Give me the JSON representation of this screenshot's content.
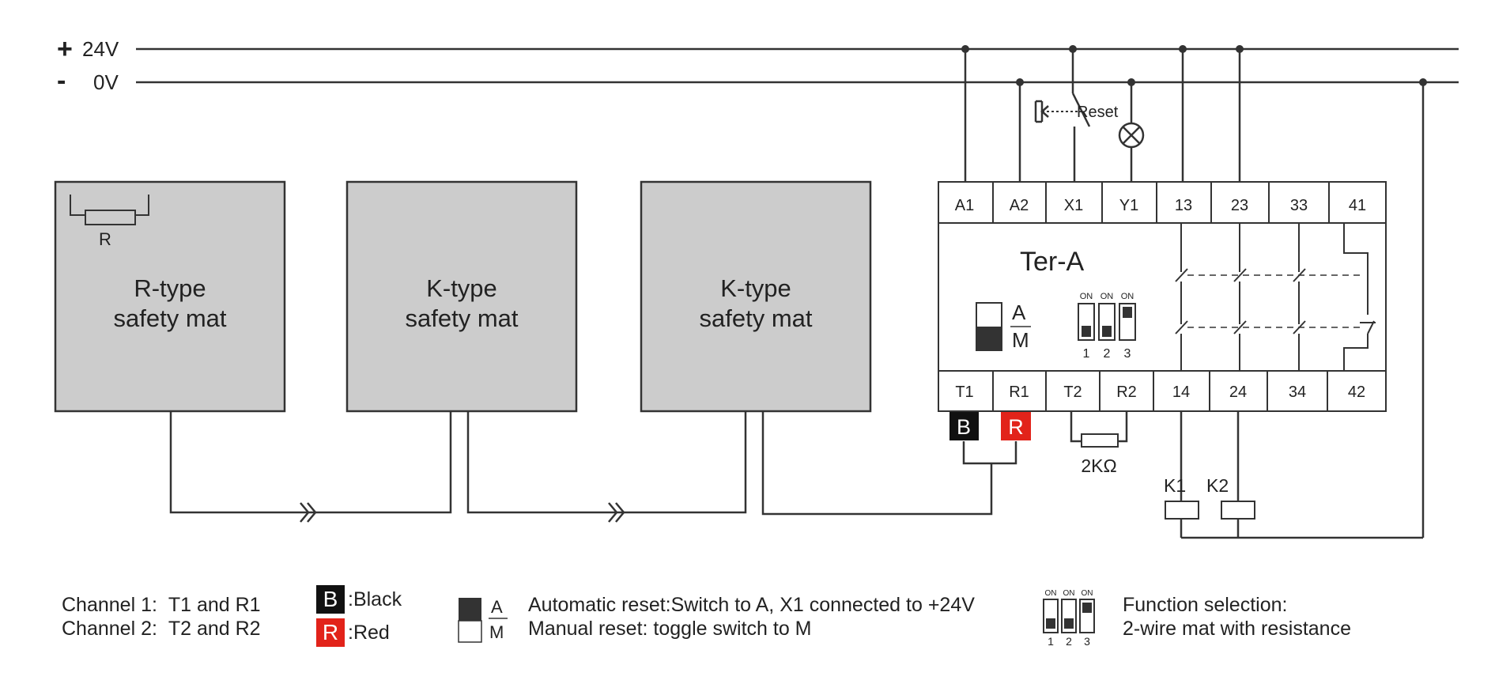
{
  "rails": {
    "positive": {
      "sign": "+",
      "label": "24V"
    },
    "negative": {
      "sign": "-",
      "label": "0V"
    }
  },
  "reset_label": "Reset",
  "mats": [
    {
      "line1": "R-type",
      "line2": "safety mat",
      "resistor_label": "R"
    },
    {
      "line1": "K-type",
      "line2": "safety mat"
    },
    {
      "line1": "K-type",
      "line2": "safety mat"
    }
  ],
  "relay": {
    "model": "Ter-A",
    "top_terminals": [
      "A1",
      "A2",
      "X1",
      "Y1",
      "13",
      "23",
      "33",
      "41"
    ],
    "bottom_terminals": [
      "T1",
      "R1",
      "T2",
      "R2",
      "14",
      "24",
      "34",
      "42"
    ],
    "mode_switch": {
      "top": "A",
      "bottom": "M"
    },
    "dip": {
      "on_labels": [
        "ON",
        "ON",
        "ON"
      ],
      "numbers": [
        "1",
        "2",
        "3"
      ]
    }
  },
  "wire_tags": {
    "black": "B",
    "red": "R"
  },
  "resistor_value": "2KΩ",
  "coils": [
    "K1",
    "K2"
  ],
  "legend": {
    "channel1": {
      "name": "Channel 1:",
      "value": "T1 and R1"
    },
    "channel2": {
      "name": "Channel 2:",
      "value": "T2 and R2"
    },
    "black_tag": "B",
    "black_text": ":Black",
    "red_tag": "R",
    "red_text": ":Red",
    "switch_top": "A",
    "switch_bottom": "M",
    "auto_reset": "Automatic reset:Switch to A, X1 connected to +24V",
    "manual_reset": "Manual reset: toggle switch to M",
    "dip_on": [
      "ON",
      "ON",
      "ON"
    ],
    "dip_numbers": [
      "1",
      "2",
      "3"
    ],
    "function_title": "Function selection:",
    "function_value": "2-wire mat with resistance"
  },
  "colors": {
    "mat_fill": "#cccccc",
    "red": "#e2231a",
    "black": "#111111",
    "line": "#333333"
  }
}
